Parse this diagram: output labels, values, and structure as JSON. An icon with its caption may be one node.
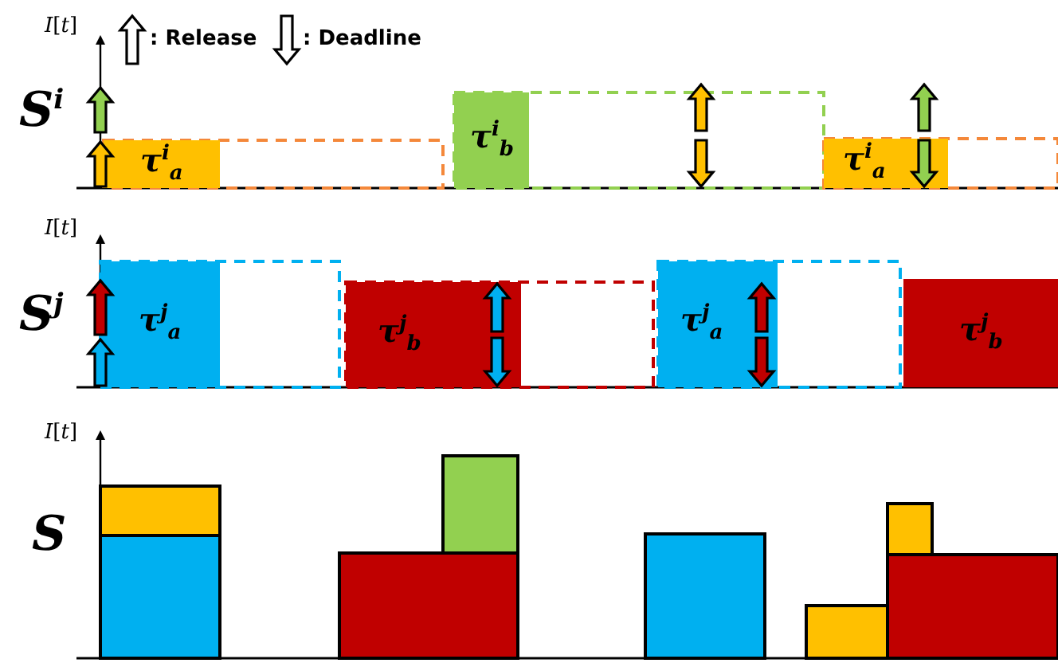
{
  "diagram": {
    "nodes": [
      {
        "text": [
          "τ$^{i}$$_{a}$"
        ]
      },
      {
        "text": [
          "τ$^{i}$$_{b}$"
        ]
      },
      {
        "text": [
          "τ$^{i}$$_{a}$"
        ]
      },
      {
        "text": [
          "τ$^{j}$$_{a}$"
        ]
      },
      {
        "text": [
          "τ$^{j}$$_{b}$"
        ]
      },
      {
        "text": [
          "τ$^{j}$$_{a}$"
        ]
      },
      {
        "text": [
          "τ$^{j}$$_{b}$"
        ]
      }
    ],
    "edges": [],
    "labels": [
      "*I*[*t*]",
      "S$^{i}$",
      "*I*[*t*]",
      "S$^{j}$",
      "*I*[*t*]",
      "S"
    ],
    "legend": [
      {
        "text": ": Release"
      },
      {
        "text": ": Deadline"
      }
    ]
  }
}
